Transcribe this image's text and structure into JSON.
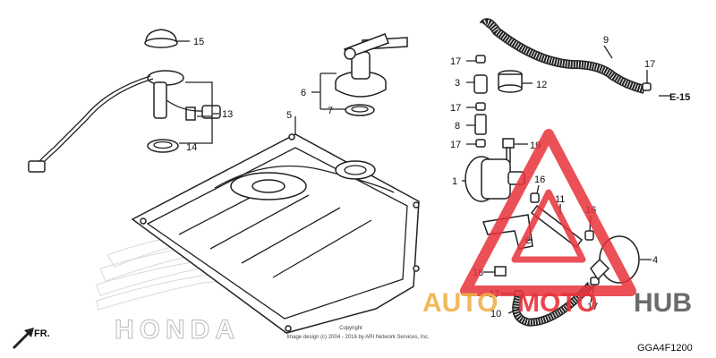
{
  "diagram": {
    "code": "GGA4F1200",
    "front_arrow": "FR.",
    "reference": "E-15",
    "copyright_line1": "Copyright",
    "copyright_line2": "Image design (c) 2004 - 2016 by ARI Network Services, Inc.",
    "brand_watermark": "HONDA",
    "logo": {
      "auto": "AUTO",
      "moto": "MOTO",
      "hub": "HUB"
    },
    "callouts": [
      "1",
      "2",
      "3",
      "4",
      "5",
      "6",
      "7",
      "8",
      "9",
      "10",
      "11",
      "12",
      "13",
      "14",
      "15",
      "16",
      "17",
      "18",
      "19"
    ]
  },
  "colors": {
    "logo_red": "#e8323a",
    "logo_orange": "#f0b24a",
    "logo_gray": "#5b5b5b",
    "line": "#222222"
  }
}
